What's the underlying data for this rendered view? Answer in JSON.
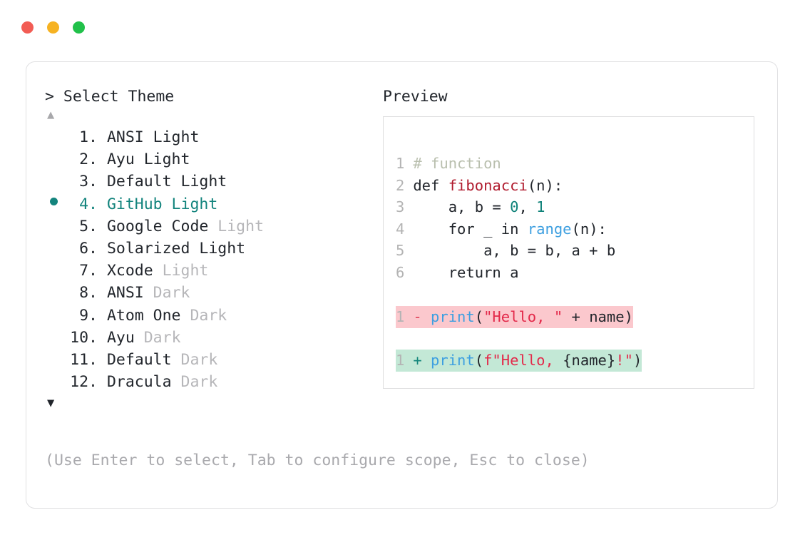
{
  "window": {
    "traffic_lights": [
      {
        "name": "close",
        "color": "#f25c54"
      },
      {
        "name": "minimize",
        "color": "#f6b222"
      },
      {
        "name": "maximize",
        "color": "#21c14a"
      }
    ]
  },
  "colors": {
    "accent_teal": "#13847d",
    "text": "#22262c",
    "muted": "#b6b6b9",
    "hint": "#a9a9ad",
    "border": "#e0e0e2",
    "diff_del_bg": "#fbc8cd",
    "diff_add_bg": "#c3e8d6"
  },
  "selector": {
    "prompt_marker": ">",
    "prompt_label": "Select Theme",
    "scroll_up_icon": "▲",
    "scroll_down_icon": "▼",
    "selected_index": 4,
    "items": [
      {
        "num": "1.",
        "name": "ANSI Light",
        "variant": "",
        "selected": false
      },
      {
        "num": "2.",
        "name": "Ayu Light",
        "variant": "",
        "selected": false
      },
      {
        "num": "3.",
        "name": "Default Light",
        "variant": "",
        "selected": false
      },
      {
        "num": "4.",
        "name": "GitHub Light",
        "variant": "",
        "selected": true
      },
      {
        "num": "5.",
        "name": "Google Code",
        "variant": "Light",
        "selected": false
      },
      {
        "num": "6.",
        "name": "Solarized Light",
        "variant": "",
        "selected": false
      },
      {
        "num": "7.",
        "name": "Xcode",
        "variant": "Light",
        "selected": false
      },
      {
        "num": "8.",
        "name": "ANSI",
        "variant": "Dark",
        "selected": false
      },
      {
        "num": "9.",
        "name": "Atom One",
        "variant": "Dark",
        "selected": false
      },
      {
        "num": "10.",
        "name": "Ayu",
        "variant": "Dark",
        "selected": false
      },
      {
        "num": "11.",
        "name": "Default",
        "variant": "Dark",
        "selected": false
      },
      {
        "num": "12.",
        "name": "Dracula",
        "variant": "Dark",
        "selected": false
      }
    ]
  },
  "hint": "(Use Enter to select, Tab to configure scope, Esc to close)",
  "preview": {
    "title": "Preview",
    "code_lines": [
      {
        "num": "1",
        "tokens": [
          {
            "t": "# function",
            "c": "comment"
          }
        ]
      },
      {
        "num": "2",
        "tokens": [
          {
            "t": "def ",
            "c": "kw"
          },
          {
            "t": "fibonacci",
            "c": "fn"
          },
          {
            "t": "(n):",
            "c": "plain"
          }
        ]
      },
      {
        "num": "3",
        "tokens": [
          {
            "t": "    a, b = ",
            "c": "plain"
          },
          {
            "t": "0",
            "c": "num"
          },
          {
            "t": ", ",
            "c": "plain"
          },
          {
            "t": "1",
            "c": "num"
          }
        ]
      },
      {
        "num": "4",
        "tokens": [
          {
            "t": "    for _ in ",
            "c": "plain"
          },
          {
            "t": "range",
            "c": "builtin"
          },
          {
            "t": "(n):",
            "c": "plain"
          }
        ]
      },
      {
        "num": "5",
        "tokens": [
          {
            "t": "        a, b = b, a + b",
            "c": "plain"
          }
        ]
      },
      {
        "num": "6",
        "tokens": [
          {
            "t": "    return a",
            "c": "plain"
          }
        ]
      }
    ],
    "diff_lines": [
      {
        "num": "1",
        "sign": "-",
        "kind": "del",
        "tokens": [
          {
            "t": "print",
            "c": "builtin"
          },
          {
            "t": "(",
            "c": "plain"
          },
          {
            "t": "\"Hello, \"",
            "c": "str"
          },
          {
            "t": " + name)",
            "c": "plain"
          }
        ]
      },
      {
        "num": "1",
        "sign": "+",
        "kind": "add",
        "tokens": [
          {
            "t": "print",
            "c": "builtin"
          },
          {
            "t": "(",
            "c": "plain"
          },
          {
            "t": "f\"Hello, ",
            "c": "str"
          },
          {
            "t": "{name}",
            "c": "plain"
          },
          {
            "t": "!\"",
            "c": "str"
          },
          {
            "t": ")",
            "c": "plain"
          }
        ]
      }
    ]
  }
}
